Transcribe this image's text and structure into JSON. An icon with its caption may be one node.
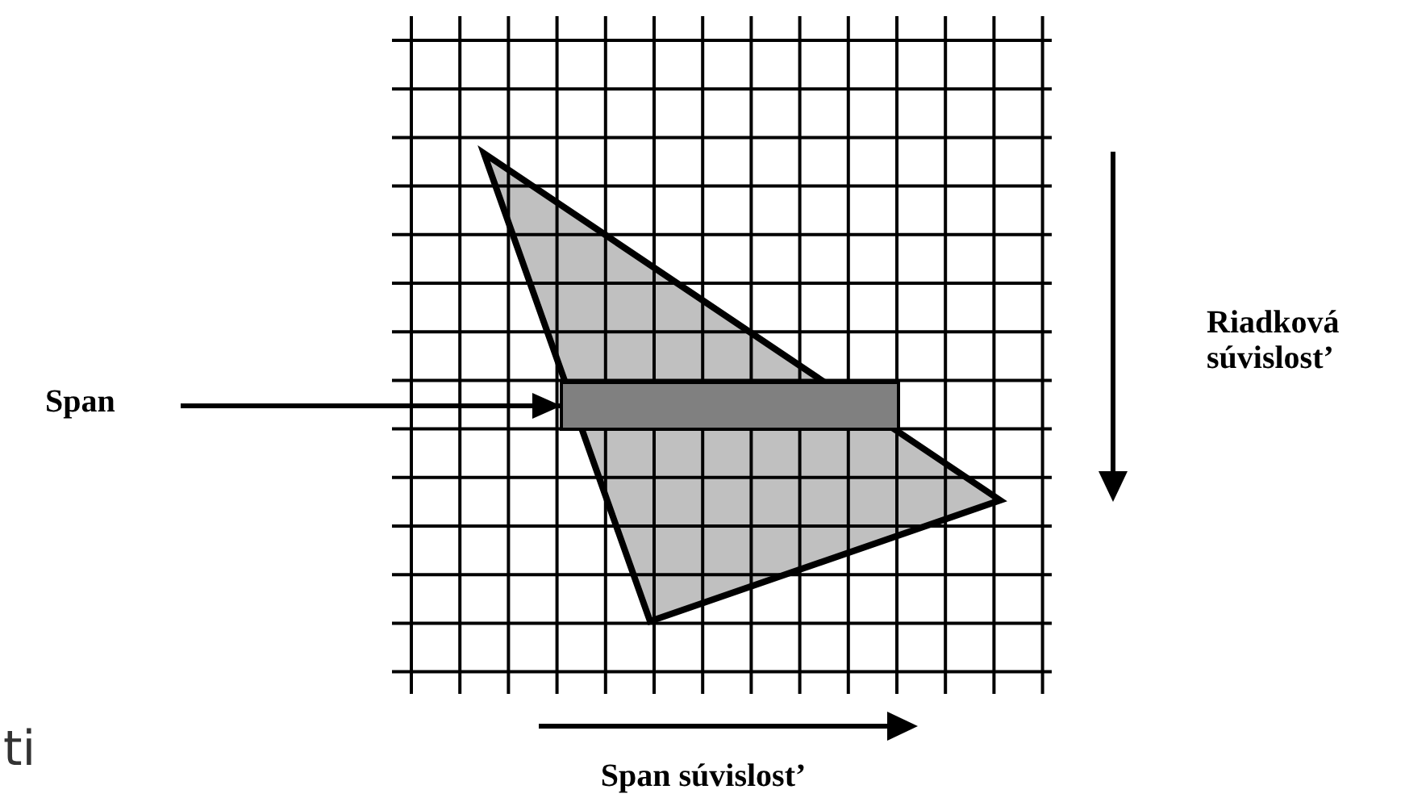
{
  "diagram": {
    "nodes": [
      {
        "text": [
          "Span"
        ]
      },
      {
        "text": [],
        "shape": "bar"
      }
    ],
    "edges": [
      {
        "from": 0,
        "to": 1,
        "arrow": "to"
      }
    ],
    "labels": [
      "Riadková súvislost’",
      "Span súvislost’",
      "ti"
    ]
  }
}
